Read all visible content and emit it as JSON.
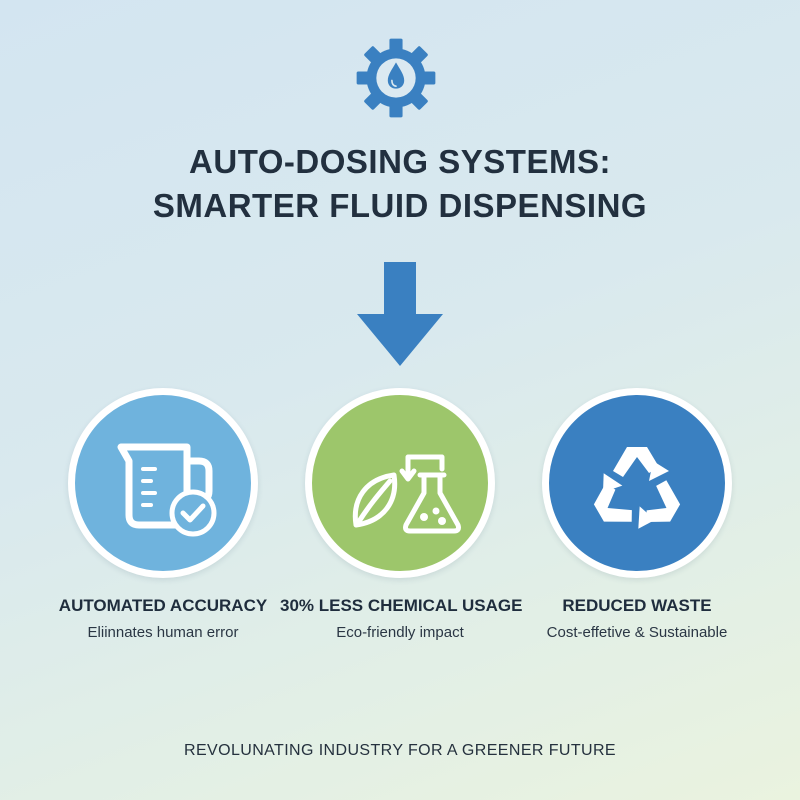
{
  "header": {
    "title_line1": "AUTO-DOSING SYSTEMS:",
    "title_line2": "SMARTER FLUID DISPENSING",
    "icon": "gear-water-drop-icon"
  },
  "arrow_icon": "down-arrow-icon",
  "features": [
    {
      "title": "AUTOMATED ACCURACY",
      "subtitle": "Eliinnates human error",
      "icon": "measuring-cup-check-icon",
      "color": "#6fb3dd"
    },
    {
      "title": "30% LESS CHEMICAL USAGE",
      "subtitle": "Eco-friendly impact",
      "icon": "leaf-flask-icon",
      "color": "#9dc66b"
    },
    {
      "title": "REDUCED WASTE",
      "subtitle": "Cost-effetive & Sustainable",
      "icon": "recycle-icon",
      "color": "#3a80c1"
    }
  ],
  "footer": {
    "tagline": "REVOLUNATING INDUSTRY FOR A GREENER FUTURE"
  },
  "colors": {
    "accent_blue": "#3a80c1",
    "title_text": "#22303f"
  }
}
